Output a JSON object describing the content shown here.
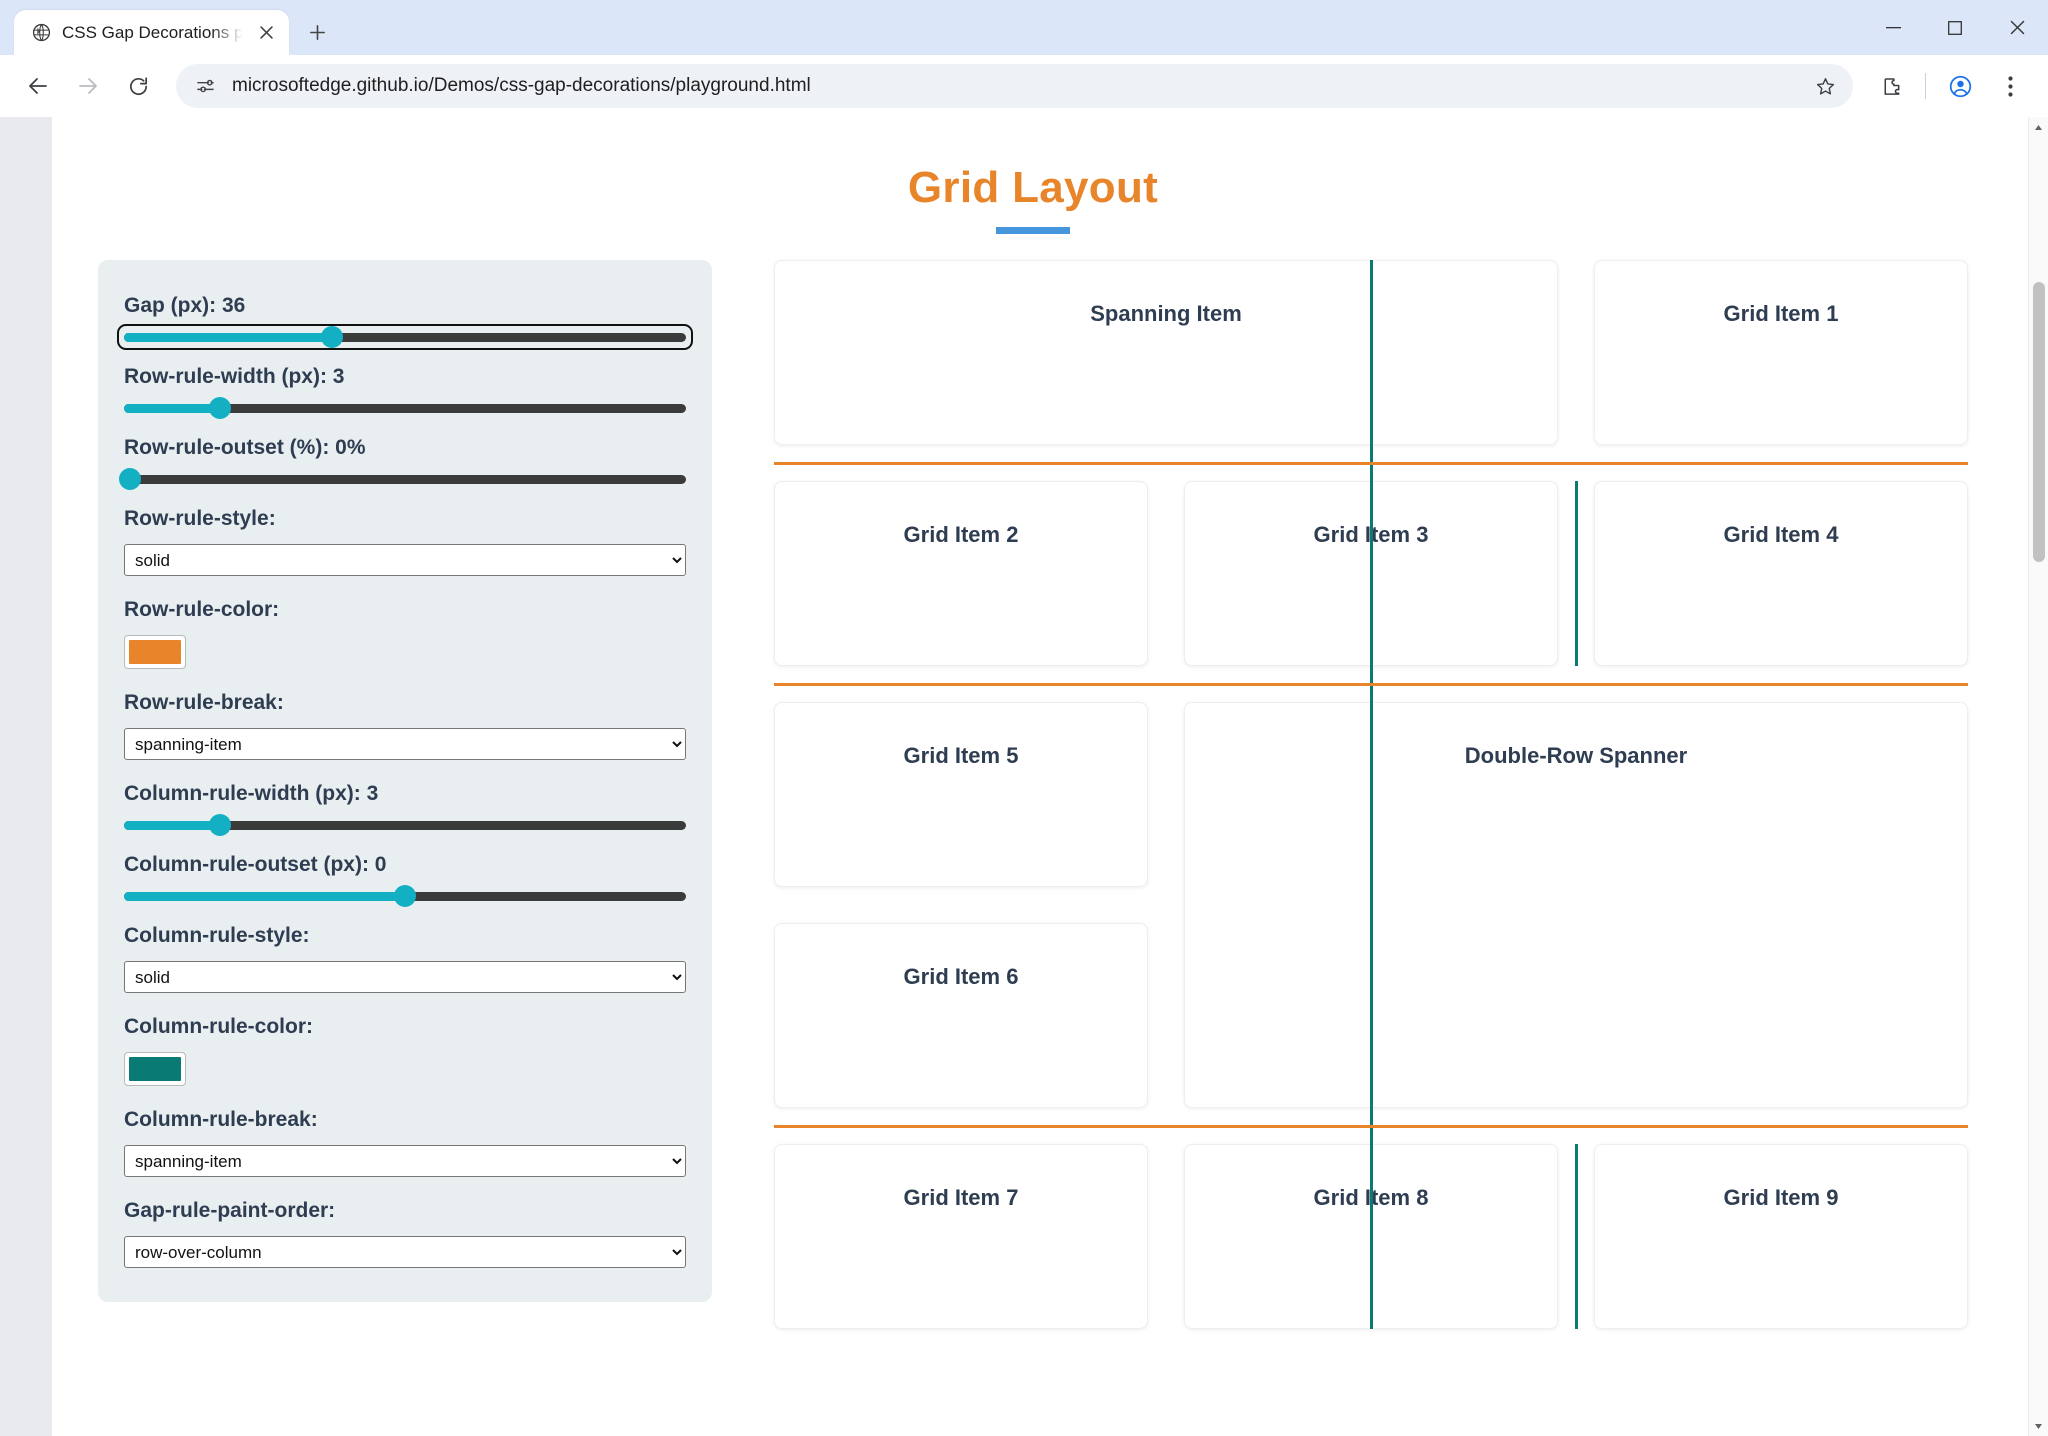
{
  "browser": {
    "tab": {
      "title": "CSS Gap Decorations playground",
      "favicon": "globe-icon"
    },
    "newtab_tooltip": "New tab",
    "url": "microsoftedge.github.io/Demos/css-gap-decorations/playground.html",
    "window_controls": {
      "minimize": "—",
      "maximize": "□",
      "close": "✕"
    }
  },
  "page": {
    "title": "Grid Layout",
    "controls": [
      {
        "id": "gap",
        "label": "Gap (px): 36",
        "type": "slider",
        "fill_pct": 37,
        "focused": true
      },
      {
        "id": "row-rule-width",
        "label": "Row-rule-width (px): 3",
        "type": "slider",
        "fill_pct": 17,
        "focused": false
      },
      {
        "id": "row-rule-outset",
        "label": "Row-rule-outset (%): 0%",
        "type": "slider",
        "fill_pct": 1,
        "focused": false
      },
      {
        "id": "row-rule-style",
        "label": "Row-rule-style:",
        "type": "select",
        "value": "solid"
      },
      {
        "id": "row-rule-color",
        "label": "Row-rule-color:",
        "type": "color",
        "value": "#e8842a"
      },
      {
        "id": "row-rule-break",
        "label": "Row-rule-break:",
        "type": "select",
        "value": "spanning-item"
      },
      {
        "id": "column-rule-width",
        "label": "Column-rule-width (px): 3",
        "type": "slider",
        "fill_pct": 17,
        "focused": false
      },
      {
        "id": "column-rule-outset",
        "label": "Column-rule-outset (px): 0",
        "type": "slider",
        "fill_pct": 50,
        "focused": false
      },
      {
        "id": "column-rule-style",
        "label": "Column-rule-style:",
        "type": "select",
        "value": "solid"
      },
      {
        "id": "column-rule-color",
        "label": "Column-rule-color:",
        "type": "color",
        "value": "#0a7b74"
      },
      {
        "id": "column-rule-break",
        "label": "Column-rule-break:",
        "type": "select",
        "value": "spanning-item"
      },
      {
        "id": "gap-rule-paint-order",
        "label": "Gap-rule-paint-order:",
        "type": "select",
        "value": "row-over-column"
      }
    ],
    "grid_items": [
      {
        "label": "Spanning Item",
        "span_cols": 2,
        "span_rows": 1
      },
      {
        "label": "Grid Item 1",
        "span_cols": 1,
        "span_rows": 1
      },
      {
        "label": "Grid Item 2",
        "span_cols": 1,
        "span_rows": 1
      },
      {
        "label": "Grid Item 3",
        "span_cols": 1,
        "span_rows": 1
      },
      {
        "label": "Grid Item 4",
        "span_cols": 1,
        "span_rows": 1
      },
      {
        "label": "Grid Item 5",
        "span_cols": 1,
        "span_rows": 1
      },
      {
        "label": "Double-Row Spanner",
        "span_cols": 2,
        "span_rows": 2
      },
      {
        "label": "Grid Item 6",
        "span_cols": 1,
        "span_rows": 1
      },
      {
        "label": "Grid Item 7",
        "span_cols": 1,
        "span_rows": 1
      },
      {
        "label": "Grid Item 8",
        "span_cols": 1,
        "span_rows": 1
      },
      {
        "label": "Grid Item 9",
        "span_cols": 1,
        "span_rows": 1
      }
    ],
    "colors": {
      "title": "#e8842a",
      "title_underline": "#4596dd",
      "row_rule": "#e8842a",
      "column_rule": "#0a7b74",
      "slider_fill": "#13b0c4",
      "panel_bg": "#e9eef0",
      "text": "#2e3d51"
    }
  }
}
